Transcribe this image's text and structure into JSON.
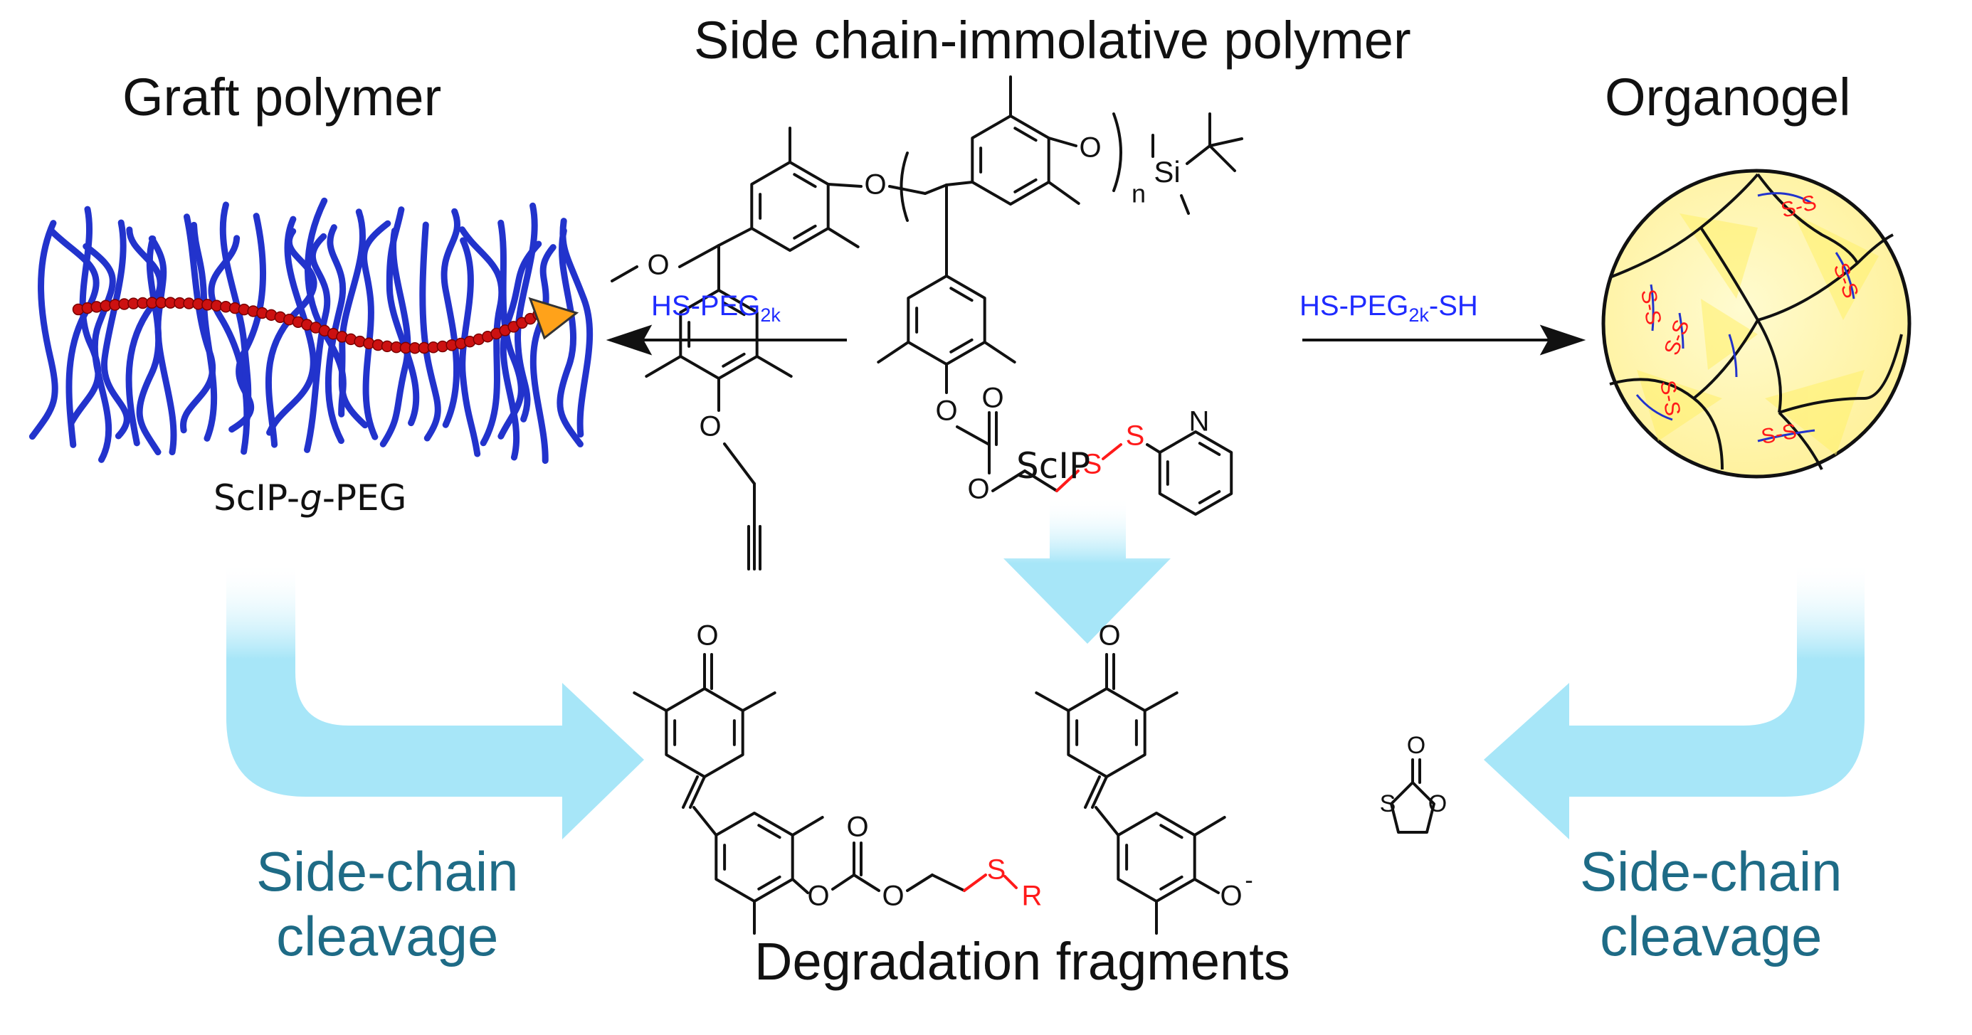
{
  "titles": {
    "center": "Side chain-immolative polymer",
    "left": "Graft polymer",
    "right": "Organogel",
    "bottom": "Degradation fragments"
  },
  "labels": {
    "graft_a": "ScIP-",
    "graft_b": "g",
    "graft_c": "-PEG",
    "sciP": "ScIP"
  },
  "reagents": {
    "left_main": "HS-PEG",
    "left_sub": "2k",
    "right_main": "HS-PEG",
    "right_sub": "2k",
    "right_tail": "-SH"
  },
  "cleavage": {
    "left_line1": "Side-chain",
    "left_line2": "cleavage",
    "right_line1": "Side-chain",
    "right_line2": "cleavage"
  },
  "atoms": {
    "O": "O",
    "Si": "Si",
    "n": "n",
    "S": "S",
    "N": "N",
    "R": "R",
    "O_minus": "O",
    "minus": "-",
    "ss": "S-S"
  },
  "colors": {
    "reagent": "#1f2bff",
    "cleavage_text": "#1e6b86",
    "arrow_light": "#9fe3f7",
    "sulfur": "#ff1a1a",
    "peg": "#2233cc",
    "backbone": "#cc1111",
    "gel_fill": "#fff8a8"
  }
}
